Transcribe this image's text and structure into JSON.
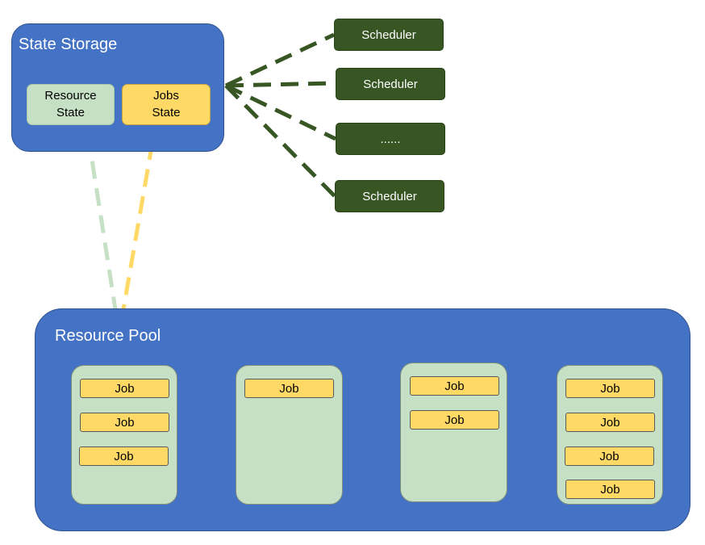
{
  "state_storage": {
    "title": "State Storage",
    "resource_state": [
      "Resource",
      "State"
    ],
    "jobs_state": [
      "Jobs",
      "State"
    ]
  },
  "schedulers": [
    "Scheduler",
    "Scheduler",
    "......",
    "Scheduler"
  ],
  "resource_pool": {
    "title": "Resource Pool",
    "nodes": [
      {
        "jobs": [
          "Job",
          "Job",
          "Job"
        ]
      },
      {
        "jobs": [
          "Job"
        ]
      },
      {
        "jobs": [
          "Job",
          "Job"
        ]
      },
      {
        "jobs": [
          "Job",
          "Job",
          "Job",
          "Job"
        ]
      }
    ]
  },
  "colors": {
    "panel_blue": "#4472c4",
    "scheduler_green": "#375623",
    "node_green": "#c5e0c4",
    "job_yellow": "#ffd966",
    "resource_link": "#c5e0c4",
    "jobs_link": "#ffd966"
  }
}
